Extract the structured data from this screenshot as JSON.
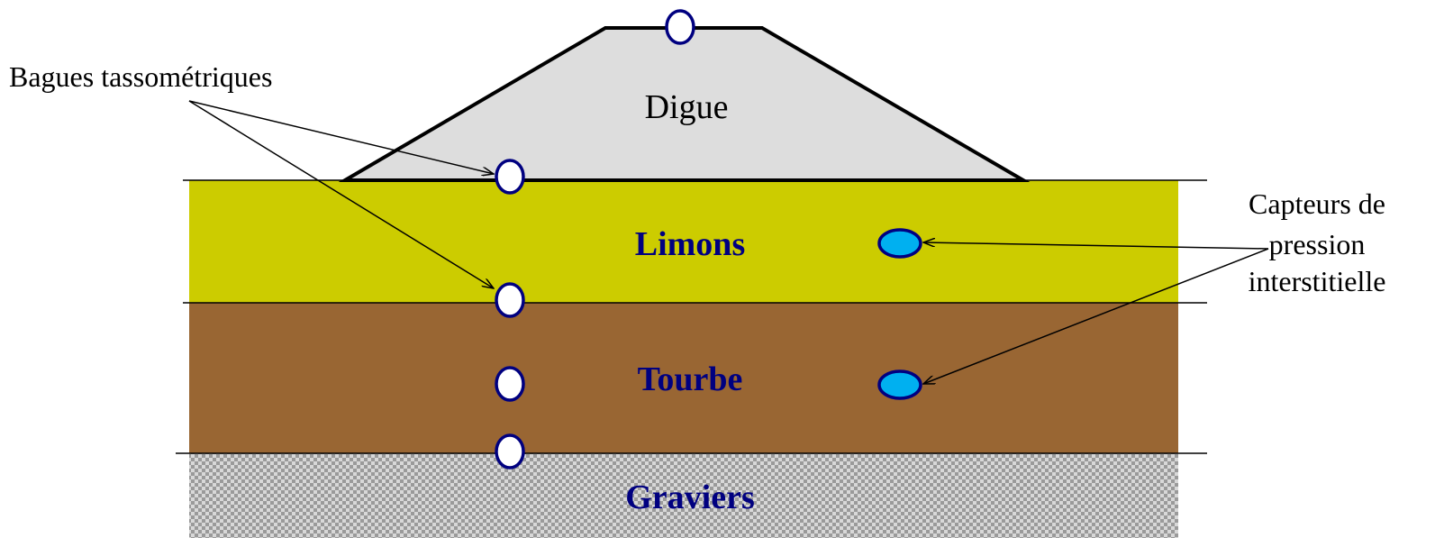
{
  "diagram": {
    "dyke_label": "Digue",
    "layers": [
      {
        "label": "Limons",
        "color": "#cccc00"
      },
      {
        "label": "Tourbe",
        "color": "#996633"
      },
      {
        "label": "Graviers",
        "color": "#c0c0c0"
      }
    ],
    "annotations": {
      "settlement_rings": "Bagues tassométriques",
      "pressure_sensors_lines": [
        "Capteurs de",
        "pression",
        "interstitielle"
      ]
    },
    "colors": {
      "dyke_fill": "#dddddd",
      "layer_label": "#000080",
      "ring_stroke": "#000080",
      "ring_fill": "#ffffff",
      "sensor_fill": "#00b0f0"
    }
  }
}
